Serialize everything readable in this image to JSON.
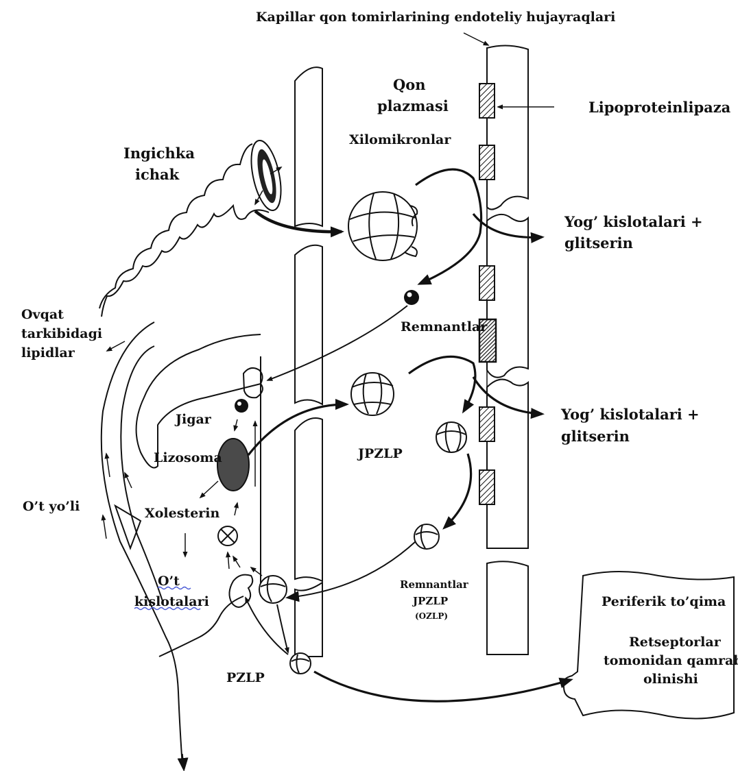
{
  "labels": {
    "endothelium": "Kapillar qon tomirlarining endoteliy hujayraqlari",
    "plasma_1": "Qon",
    "plasma_2": "plazmasi",
    "lpl": "Lipoproteinlipaza",
    "chylomicrons": "Xilomikronlar",
    "intestine_1": "Ingichka",
    "intestine_2": "ichak",
    "fatty_acids_1a": "Yog’ kislotalari +",
    "fatty_acids_1b": "glitserin",
    "remnants": "Remnantlar",
    "food_lipids_1": "Ovqat",
    "food_lipids_2": "tarkibidagi",
    "food_lipids_3": "lipidlar",
    "fatty_acids_2a": "Yog’ kislotalari +",
    "fatty_acids_2b": "glitserin",
    "liver": "Jigar",
    "lysosome": "Lizosoma",
    "vldl": "JPZLP",
    "bile_duct": "O’t yo’li",
    "cholesterol": "Xolesterin",
    "bile_acids_1": "O’t",
    "bile_acids_2": "kislotalari",
    "remnants_vldl_1": "Remnantlar",
    "remnants_vldl_2": "JPZLP",
    "remnants_vldl_3": "(OZLP)",
    "peripheral_1": "Periferik to’qima",
    "receptors_1": "Retseptorlar",
    "receptors_2": "tomonidan qamrab",
    "receptors_3": "olinishi",
    "ldl": "PZLP"
  },
  "colors": {
    "ink": "#111111",
    "lysosome_fill": "#4a4a4a",
    "spellcheck_underline": "#4a5ad6"
  }
}
